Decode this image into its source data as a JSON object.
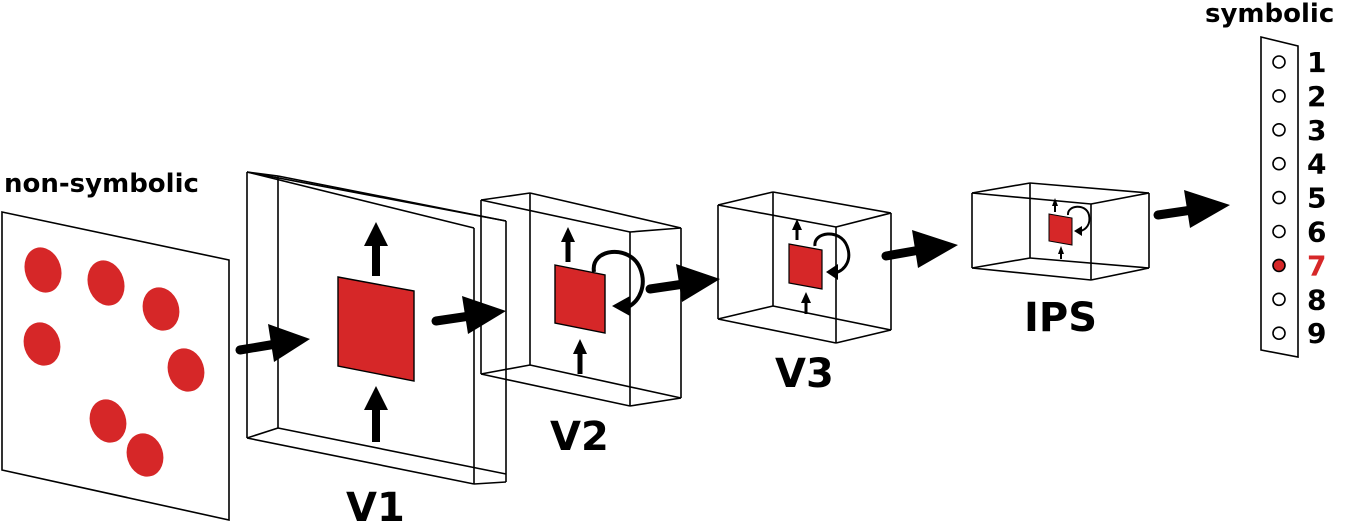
{
  "colors": {
    "accent": "#d62728",
    "stroke": "#000000",
    "background": "#ffffff"
  },
  "labels": {
    "non_symbolic": "non-symbolic",
    "symbolic": "symbolic",
    "v1": "V1",
    "v2": "V2",
    "v3": "V3",
    "ips": "IPS"
  },
  "stimulus": {
    "dot_count": 7
  },
  "number_line": {
    "items": [
      "1",
      "2",
      "3",
      "4",
      "5",
      "6",
      "7",
      "8",
      "9"
    ],
    "selected": "7"
  }
}
